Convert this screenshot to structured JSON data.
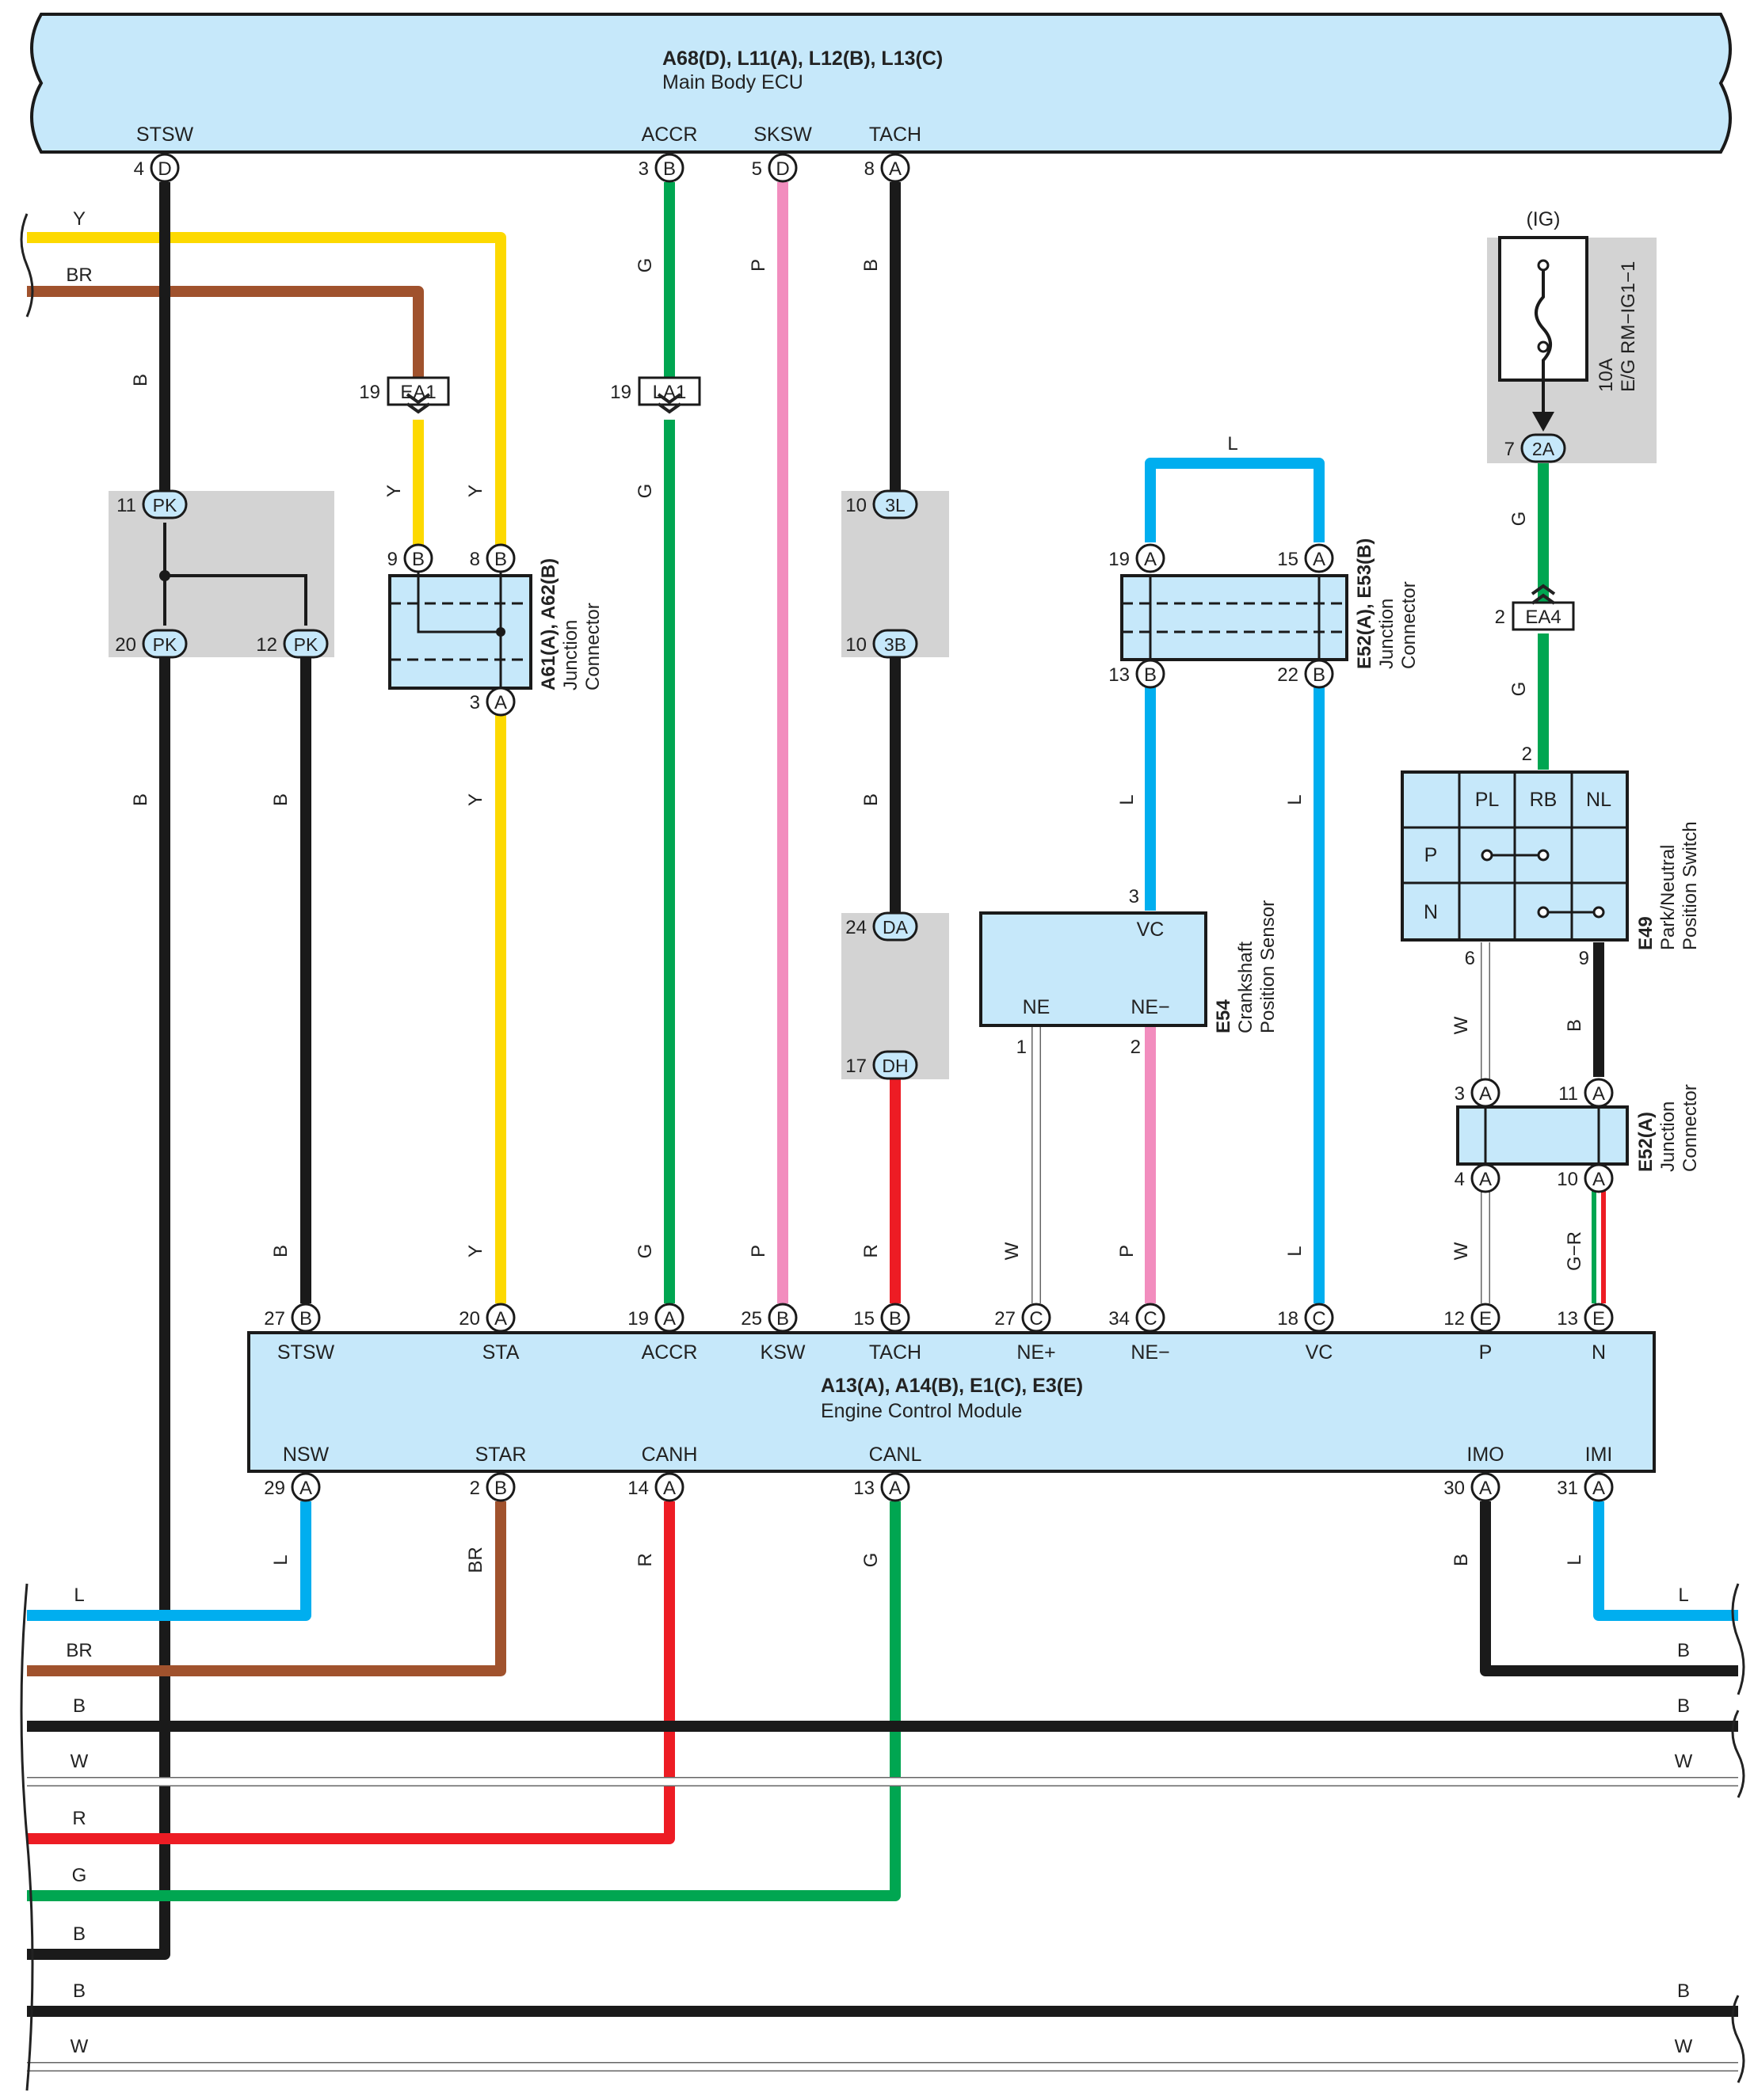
{
  "wire_colors": {
    "Y": "#FDD900",
    "BR": "#A0522D",
    "B": "#1A1A1A",
    "G": "#00A651",
    "P": "#F28DBE",
    "L": "#00AEEF",
    "R": "#ED1C24",
    "W": "#FFFFFF",
    "box": "#C6E8FA",
    "splice": "#D3D3D3",
    "outline": "#1A1A1A"
  },
  "main_body_ecu": {
    "title": "A68(D), L11(A), L12(B), L13(C)",
    "subtitle": "Main Body ECU",
    "terminals": [
      {
        "id": "stsw",
        "label": "STSW",
        "pin": "4",
        "conn": "D"
      },
      {
        "id": "accr",
        "label": "ACCR",
        "pin": "3",
        "conn": "B"
      },
      {
        "id": "sksw",
        "label": "SKSW",
        "pin": "5",
        "conn": "D"
      },
      {
        "id": "tach",
        "label": "TACH",
        "pin": "8",
        "conn": "A"
      }
    ]
  },
  "ecm": {
    "title": "A13(A), A14(B), E1(C), E3(E)",
    "subtitle": "Engine Control Module",
    "top_terminals": [
      {
        "id": "stsw",
        "label": "STSW",
        "pin": "27",
        "conn": "B"
      },
      {
        "id": "sta",
        "label": "STA",
        "pin": "20",
        "conn": "A"
      },
      {
        "id": "accr",
        "label": "ACCR",
        "pin": "19",
        "conn": "A"
      },
      {
        "id": "ksw",
        "label": "KSW",
        "pin": "25",
        "conn": "B"
      },
      {
        "id": "tach",
        "label": "TACH",
        "pin": "15",
        "conn": "B"
      },
      {
        "id": "nep",
        "label": "NE+",
        "pin": "27",
        "conn": "C"
      },
      {
        "id": "nem",
        "label": "NE−",
        "pin": "34",
        "conn": "C"
      },
      {
        "id": "vc",
        "label": "VC",
        "pin": "18",
        "conn": "C"
      },
      {
        "id": "p",
        "label": "P",
        "pin": "12",
        "conn": "E"
      },
      {
        "id": "n",
        "label": "N",
        "pin": "13",
        "conn": "E"
      }
    ],
    "bottom_terminals": [
      {
        "id": "nsw",
        "label": "NSW",
        "pin": "29",
        "conn": "A"
      },
      {
        "id": "star",
        "label": "STAR",
        "pin": "2",
        "conn": "B"
      },
      {
        "id": "canh",
        "label": "CANH",
        "pin": "14",
        "conn": "A"
      },
      {
        "id": "canl",
        "label": "CANL",
        "pin": "13",
        "conn": "A"
      },
      {
        "id": "imo",
        "label": "IMO",
        "pin": "30",
        "conn": "A"
      },
      {
        "id": "imi",
        "label": "IMI",
        "pin": "31",
        "conn": "A"
      }
    ]
  },
  "pk_splice": {
    "top": {
      "pin": "11",
      "conn": "PK"
    },
    "bottom_left": {
      "pin": "20",
      "conn": "PK"
    },
    "bottom_right": {
      "pin": "12",
      "conn": "PK"
    }
  },
  "tach_splice_1": {
    "top": {
      "pin": "10",
      "conn": "3L"
    },
    "bottom": {
      "pin": "10",
      "conn": "3B"
    }
  },
  "tach_splice_2": {
    "top": {
      "pin": "24",
      "conn": "DA"
    },
    "bottom": {
      "pin": "17",
      "conn": "DH"
    }
  },
  "connectors": {
    "ea1": {
      "pin": "19",
      "label": "EA1"
    },
    "la1": {
      "pin": "19",
      "label": "LA1"
    },
    "ea4": {
      "pin": "2",
      "label": "EA4"
    }
  },
  "a61": {
    "name": "A61(A), A62(B)",
    "line1": "Junction",
    "line2": "Connector",
    "pins": {
      "left": {
        "pin": "9",
        "conn": "B"
      },
      "right": {
        "pin": "8",
        "conn": "B"
      },
      "bottom": {
        "pin": "3",
        "conn": "A"
      }
    }
  },
  "e52_top": {
    "name": "E52(A), E53(B)",
    "line1": "Junction",
    "line2": "Connector",
    "pins": {
      "tl": {
        "pin": "19",
        "conn": "A"
      },
      "tr": {
        "pin": "15",
        "conn": "A"
      },
      "bl": {
        "pin": "13",
        "conn": "B"
      },
      "br": {
        "pin": "22",
        "conn": "B"
      }
    }
  },
  "e52_bottom": {
    "name": "E52(A)",
    "line1": "Junction",
    "line2": "Connector",
    "pins": {
      "tl": {
        "pin": "3",
        "conn": "A"
      },
      "tr": {
        "pin": "11",
        "conn": "A"
      },
      "bl": {
        "pin": "4",
        "conn": "A"
      },
      "br": {
        "pin": "10",
        "conn": "A"
      }
    }
  },
  "e54": {
    "name": "E54",
    "line1": "Crankshaft",
    "line2": "Position Sensor",
    "vc": "VC",
    "ne": "NE",
    "nem": "NE−",
    "pin_vc": "3",
    "pin_ne": "1",
    "pin_nem": "2"
  },
  "e49": {
    "name": "E49",
    "line1": "Park/Neutral",
    "line2": "Position Switch",
    "cols": [
      "PL",
      "RB",
      "NL"
    ],
    "rows": [
      "P",
      "N"
    ],
    "pin_top": "2",
    "pin_left": "6",
    "pin_right": "9"
  },
  "fuse": {
    "ig": "(IG)",
    "rating": "10A",
    "name": "E/G RM−IG1−1",
    "pin": "7",
    "conn": "2A"
  },
  "wire_labels": {
    "y": "Y",
    "br": "BR",
    "b": "B",
    "g": "G",
    "p": "P",
    "l": "L",
    "r": "R",
    "w": "W",
    "gr": "G−R"
  }
}
